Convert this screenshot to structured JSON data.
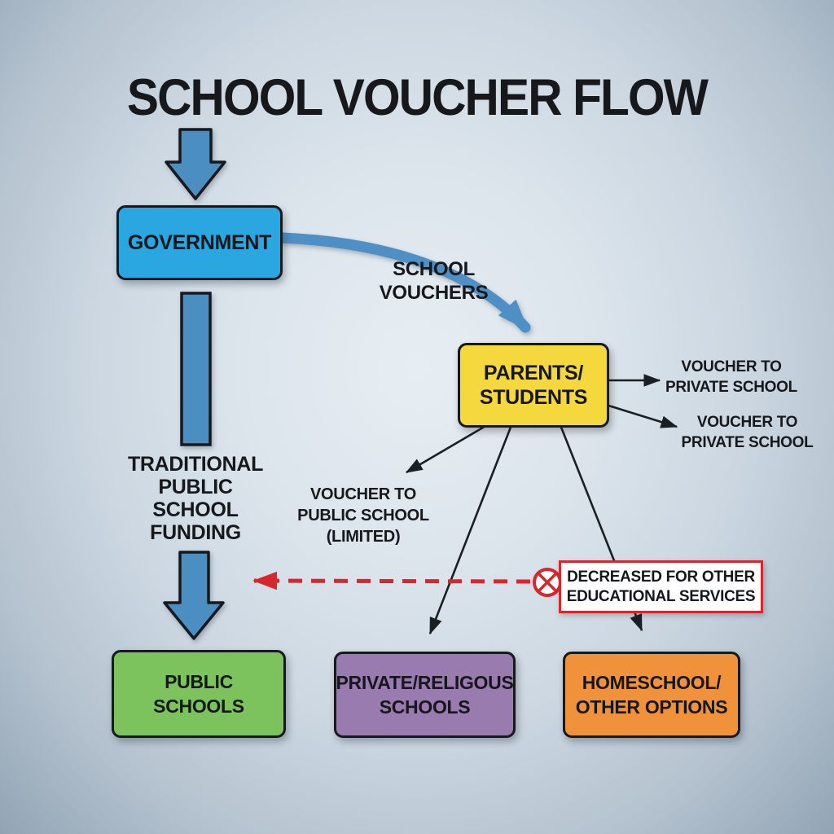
{
  "title": "SCHOOL VOUCHER FLOW",
  "nodes": {
    "government": {
      "label": "GOVERNMENT",
      "color": "#2aa7e0"
    },
    "parents_students": {
      "label": "PARENTS/\nSTUDENTS",
      "color": "#f5d73e"
    },
    "public_schools": {
      "label": "PUBLIC\nSCHOOLS",
      "color": "#7cc35e"
    },
    "private_religious_schools": {
      "label": "PRIVATE/RELIGOUS\nSCHOOLS",
      "color": "#9a7baf"
    },
    "homeschool_other_options": {
      "label": "HOMESCHOOL/\nOTHER OPTIONS",
      "color": "#f0923b"
    }
  },
  "edge_labels": {
    "school_vouchers": "SCHOOL\nVOUCHERS",
    "traditional_funding": "TRADITIONAL\nPUBLIC\nSCHOOL\nFUNDING",
    "voucher_private_top": "VOUCHER TO\nPRIVATE SCHOOL",
    "voucher_private_bottom": "VOUCHER TO\nPRIVATE SCHOOL",
    "voucher_public_limited": "VOUCHER TO\nPUBLIC SCHOOL\n(LIMITED)",
    "decreased_services": "DECREASED FOR OTHER\nEDUCATIONAL SERVICES"
  },
  "colors": {
    "background_center": "#e7eef3",
    "background_edge": "#92a4b4",
    "block_arrow_blue": "#4b8ec1",
    "curved_arrow_blue": "#4e90c5",
    "line_black": "#1a1f24",
    "alert_red": "#d8262c",
    "alert_box_background": "#ffffff",
    "text_black": "#16181b"
  }
}
